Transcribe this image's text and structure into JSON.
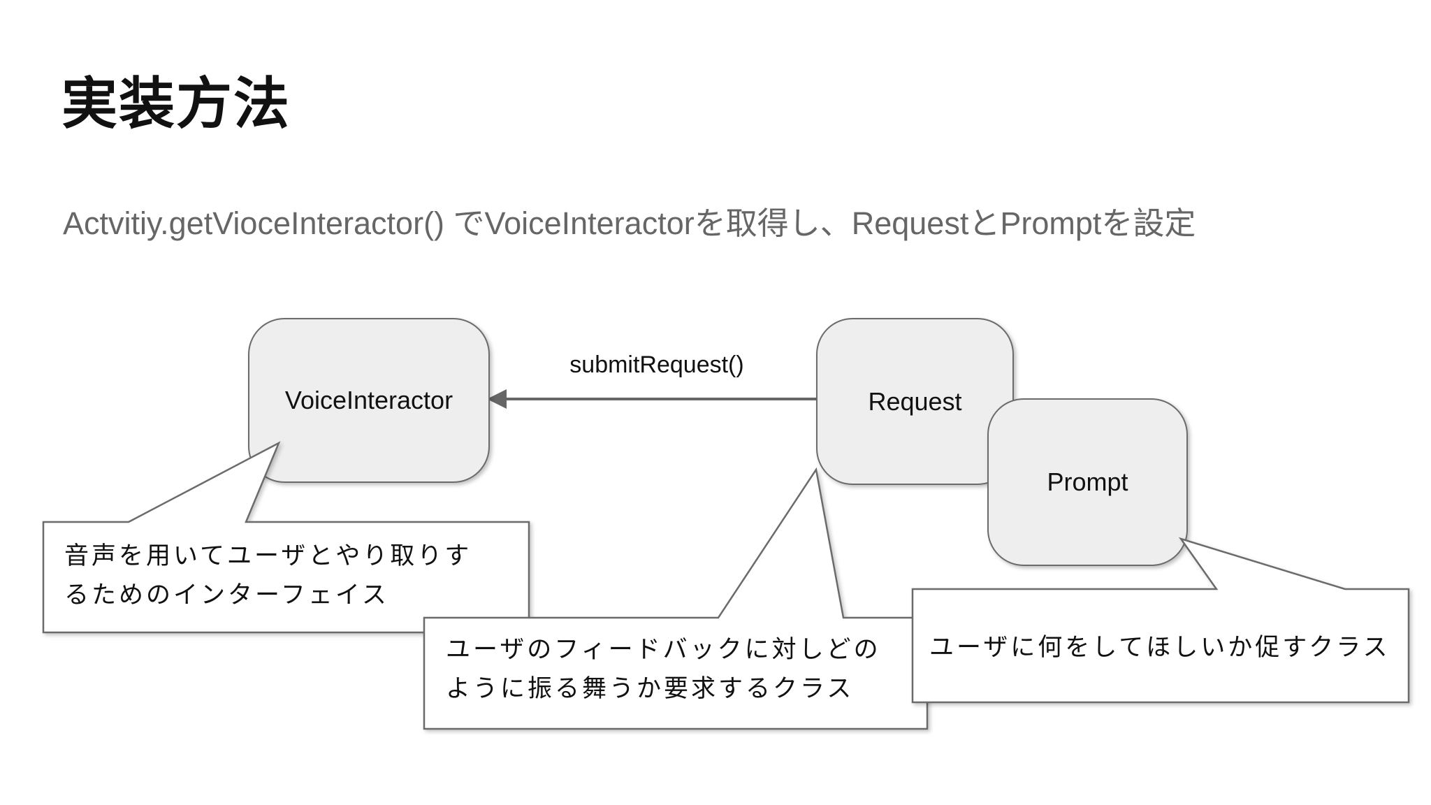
{
  "slide": {
    "title": "実装方法",
    "subtitle": "Actvitiy.getVioceInteractor() でVoiceInteractorを取得し、RequestとPromptを設定",
    "colors": {
      "background": "#ffffff",
      "node_fill": "#eeeeee",
      "node_border": "#6b6b6b",
      "arrow": "#666666",
      "callout_fill": "#ffffff",
      "callout_border": "#6b6b6b",
      "title_text": "#111111",
      "subtitle_text": "#666666",
      "body_text": "#111111"
    },
    "diagram": {
      "nodes": [
        {
          "id": "voice-interactor",
          "label": "VoiceInteractor"
        },
        {
          "id": "request",
          "label": "Request"
        },
        {
          "id": "prompt",
          "label": "Prompt"
        }
      ],
      "arrow": {
        "label": "submitRequest()",
        "from": "Request",
        "to": "VoiceInteractor",
        "direction": "left"
      },
      "callouts": [
        {
          "target": "VoiceInteractor",
          "line1": "音声を用いてユーザとやり取りす",
          "line2": "るためのインターフェイス"
        },
        {
          "target": "Request",
          "line1": "ユーザのフィードバックに対しどの",
          "line2": "ように振る舞うか要求するクラス"
        },
        {
          "target": "Prompt",
          "line1": "ユーザに何をしてほしいか促すクラス"
        }
      ]
    }
  }
}
